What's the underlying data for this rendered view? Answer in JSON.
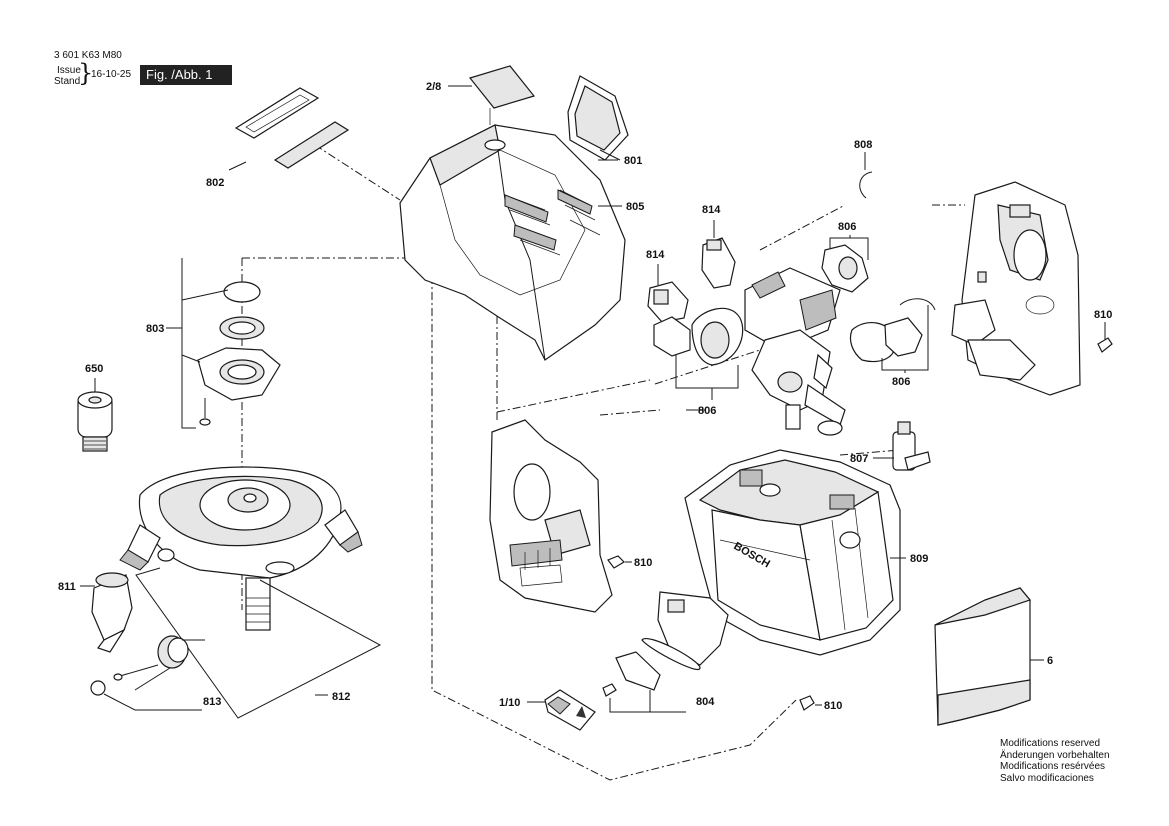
{
  "header": {
    "part_number": "3 601 K63 M80",
    "issue_label": "Issue",
    "stand_label": "Stand",
    "date": "16-10-25",
    "figure": "Fig. /Abb. 1"
  },
  "callouts": {
    "c2_8": "2/8",
    "c801": "801",
    "c802": "802",
    "c805": "805",
    "c808": "808",
    "c814a": "814",
    "c814b": "814",
    "c806a": "806",
    "c806b": "806",
    "c806c": "806",
    "c803": "803",
    "c650": "650",
    "c810a": "810",
    "c810b": "810",
    "c810c": "810",
    "c807": "807",
    "c809": "809",
    "c6": "6",
    "c811": "811",
    "c812": "812",
    "c813": "813",
    "c1_10": "1/10",
    "c804": "804"
  },
  "notes": [
    "Modifications reserved",
    "Änderungen vorbehalten",
    "Modifications resérvées",
    "Salvo modificaciones"
  ],
  "box_brand": "BOSCH"
}
